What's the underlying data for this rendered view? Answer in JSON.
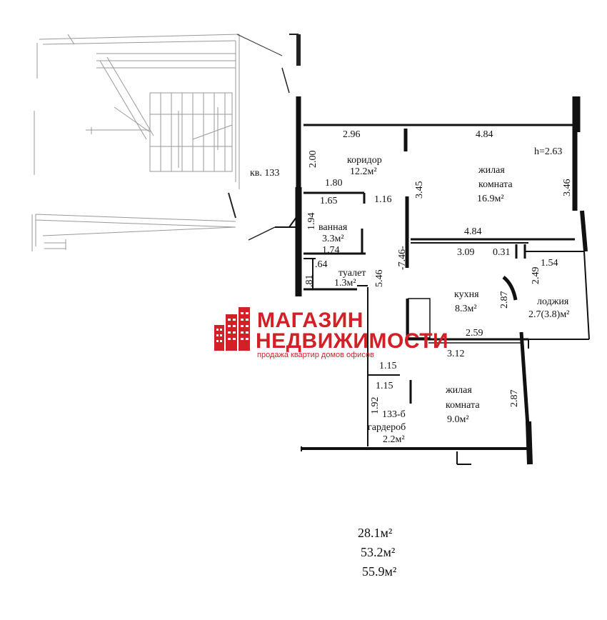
{
  "apartment_label": "кв. 133",
  "ceiling_height": "h=2.63",
  "unit_code": "133-б",
  "rooms": {
    "corridor": {
      "name": "коридор",
      "area": "12.2м²"
    },
    "living_room_large": {
      "name_line1": "жилая",
      "name_line2": "комната",
      "area": "16.9м²"
    },
    "bathroom": {
      "name": "ванная",
      "area": "3.3м²"
    },
    "toilet": {
      "name": "туалет",
      "area": "1.3м²"
    },
    "kitchen": {
      "name": "кухня",
      "area": "8.3м²"
    },
    "loggia": {
      "name": "лоджия",
      "area": "2.7(3.8)м²"
    },
    "living_room_small": {
      "name_line1": "жилая",
      "name_line2": "комната",
      "area": "9.0м²"
    },
    "wardrobe": {
      "name": "гардероб",
      "area": "2.2м²"
    }
  },
  "dimensions": {
    "d_2_96": "2.96",
    "d_4_84_top": "4.84",
    "d_2_00": "2.00",
    "d_1_80": "1.80",
    "d_1_65": "1.65",
    "d_1_16": "1.16",
    "d_3_45": "3.45",
    "d_3_46": "3.46",
    "d_1_94": "1.94",
    "d_1_74": "1.74",
    "d_4_84_mid": "4.84",
    "d_7_46": "-7.46-",
    "d_3_09": "3.09",
    "d_0_31": "0.31",
    "d_2_49": "2.49",
    "d_1_54": "1.54",
    "d_64": ".64",
    "d_81": ".81",
    "d_5_46": "5.46",
    "d_2_87_kitchen": "2.87",
    "d_2_59": "2.59",
    "d_3_12": "3.12",
    "d_1_15_a": "1.15",
    "d_1_15_b": "1.15",
    "d_1_92": "1.92",
    "d_2_87_room": "2.87"
  },
  "watermark": {
    "line1": "МАГАЗИН",
    "line2": "НЕДВИЖИМОСТИ",
    "tagline": "продажа квартир домов офисов",
    "color": "#d32027"
  },
  "totals": [
    "28.1м²",
    "53.2м²",
    "55.9м²"
  ]
}
